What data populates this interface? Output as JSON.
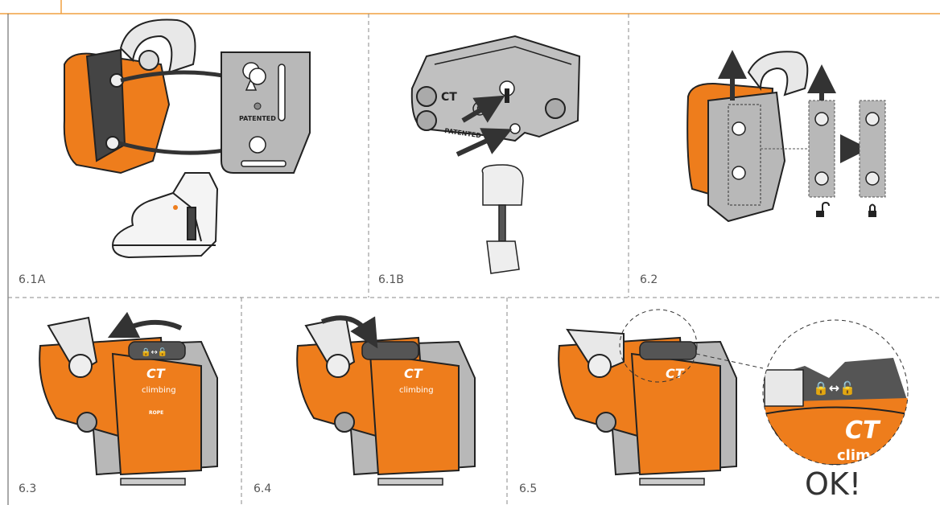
{
  "labels": {
    "p61a": "6.1A",
    "p61b": "6.1B",
    "p62": "6.2",
    "p63": "6.3",
    "p64": "6.4",
    "p65": "6.5"
  },
  "patented": "PATENTED",
  "ok_text": "OK!",
  "colors": {
    "orange": "#ee7d1c",
    "divider": "#f0a040",
    "metal": "#b8b8b8",
    "dark": "#3a3a3a"
  },
  "icons": [
    "lock-open-icon",
    "lock-closed-icon",
    "arrow-up-icon",
    "arrow-right-icon",
    "curved-arrow-icon"
  ]
}
